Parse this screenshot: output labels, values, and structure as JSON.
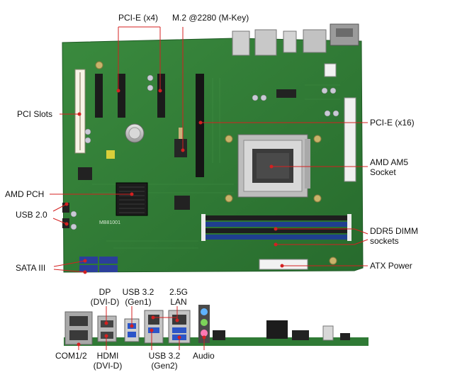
{
  "labels": {
    "pcie_x4": "PCI-E (x4)",
    "m2": "M.2 @2280 (M-Key)",
    "pci_slots": "PCI Slots",
    "pcie_x16": "PCI-E (x16)",
    "amd_am5_l1": "AMD AM5",
    "amd_am5_l2": "Socket",
    "amd_pch": "AMD PCH",
    "usb20": "USB 2.0",
    "ddr5_l1": "DDR5 DIMM",
    "ddr5_l2": "sockets",
    "sata3": "SATA III",
    "atx_power": "ATX Power",
    "dp_l1": "DP",
    "dp_l2": "(DVI-D)",
    "usb32g1_l1": "USB 3.2",
    "usb32g1_l2": "(Gen1)",
    "lan_l1": "2.5G",
    "lan_l2": "LAN",
    "com12": "COM1/2",
    "hdmi_l1": "HDMI",
    "hdmi_l2": "(DVI-D)",
    "usb32g2_l1": "USB 3.2",
    "usb32g2_l2": "(Gen2)",
    "audio": "Audio"
  },
  "board_marking": "MB81001",
  "colors": {
    "pcb": "#2f7a35",
    "leader": "#d42020"
  }
}
